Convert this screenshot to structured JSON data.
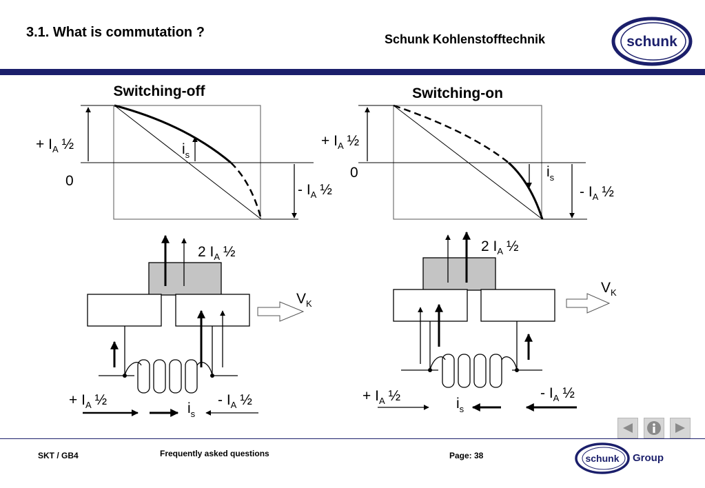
{
  "header": {
    "title": "3.1. What is commutation ?",
    "company": "Schunk Kohlenstofftechnik",
    "logo_text": "schunk"
  },
  "diagrams": {
    "left_title": "Switching-off",
    "right_title": "Switching-on",
    "plus_ia_half": "+ I",
    "minus_ia_half": "- I",
    "sub_a": "A",
    "half": "½",
    "zero": "0",
    "two_ia_half": "2 I",
    "vk": "V",
    "sub_k": "K",
    "is": "i",
    "sub_s": "s"
  },
  "footer": {
    "left": "SKT / GB4",
    "center": "Frequently asked questions",
    "page": "Page: 38",
    "group_logo_text": "schunk",
    "group_label": "Group"
  },
  "nav": {
    "prev_icon": "triangle-left-icon",
    "info_icon": "info-icon",
    "next_icon": "triangle-right-icon"
  }
}
